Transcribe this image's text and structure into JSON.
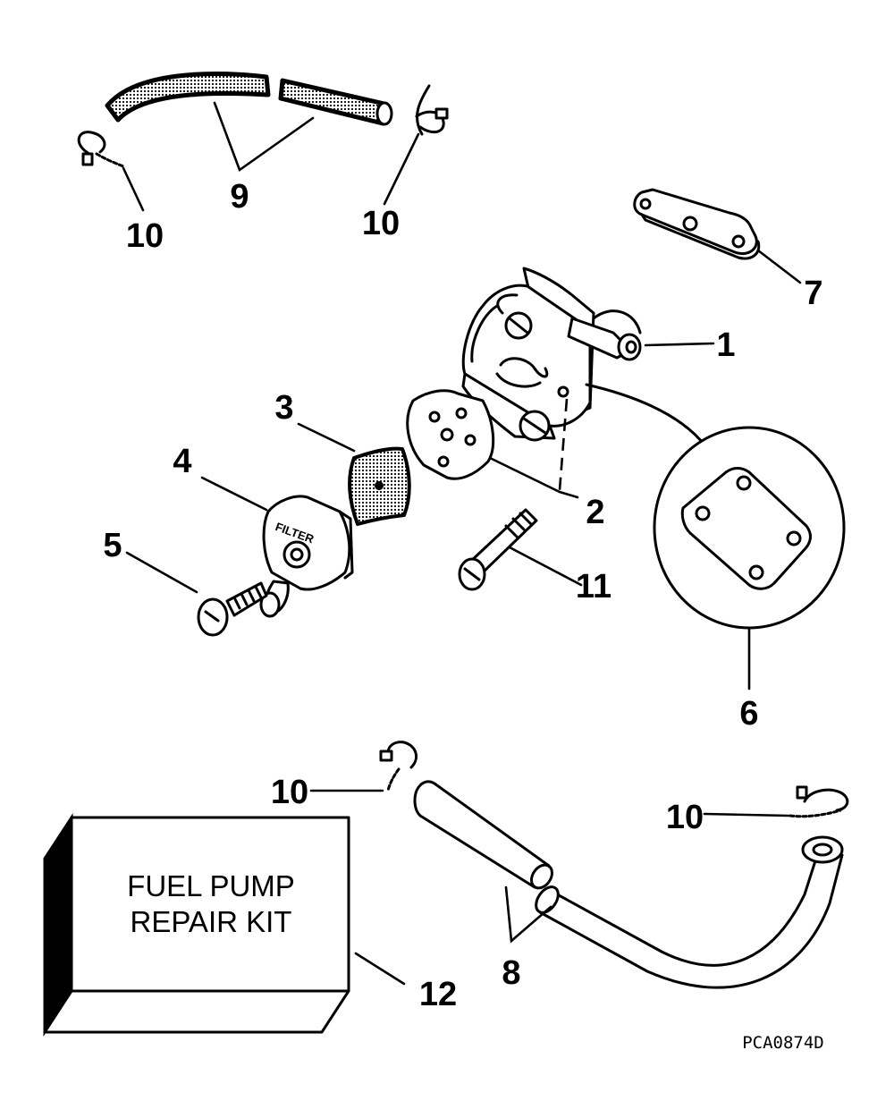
{
  "callouts": {
    "c1": "1",
    "c2": "2",
    "c3": "3",
    "c4": "4",
    "c5": "5",
    "c6": "6",
    "c7": "7",
    "c8": "8",
    "c9": "9",
    "c10a": "10",
    "c10b": "10",
    "c10c": "10",
    "c10d": "10",
    "c11": "11",
    "c12": "12"
  },
  "kit": {
    "line1": "FUEL PUMP",
    "line2": "REPAIR KIT"
  },
  "filter_cover_text": "FILTER",
  "drawing_code": "PCA0874D"
}
